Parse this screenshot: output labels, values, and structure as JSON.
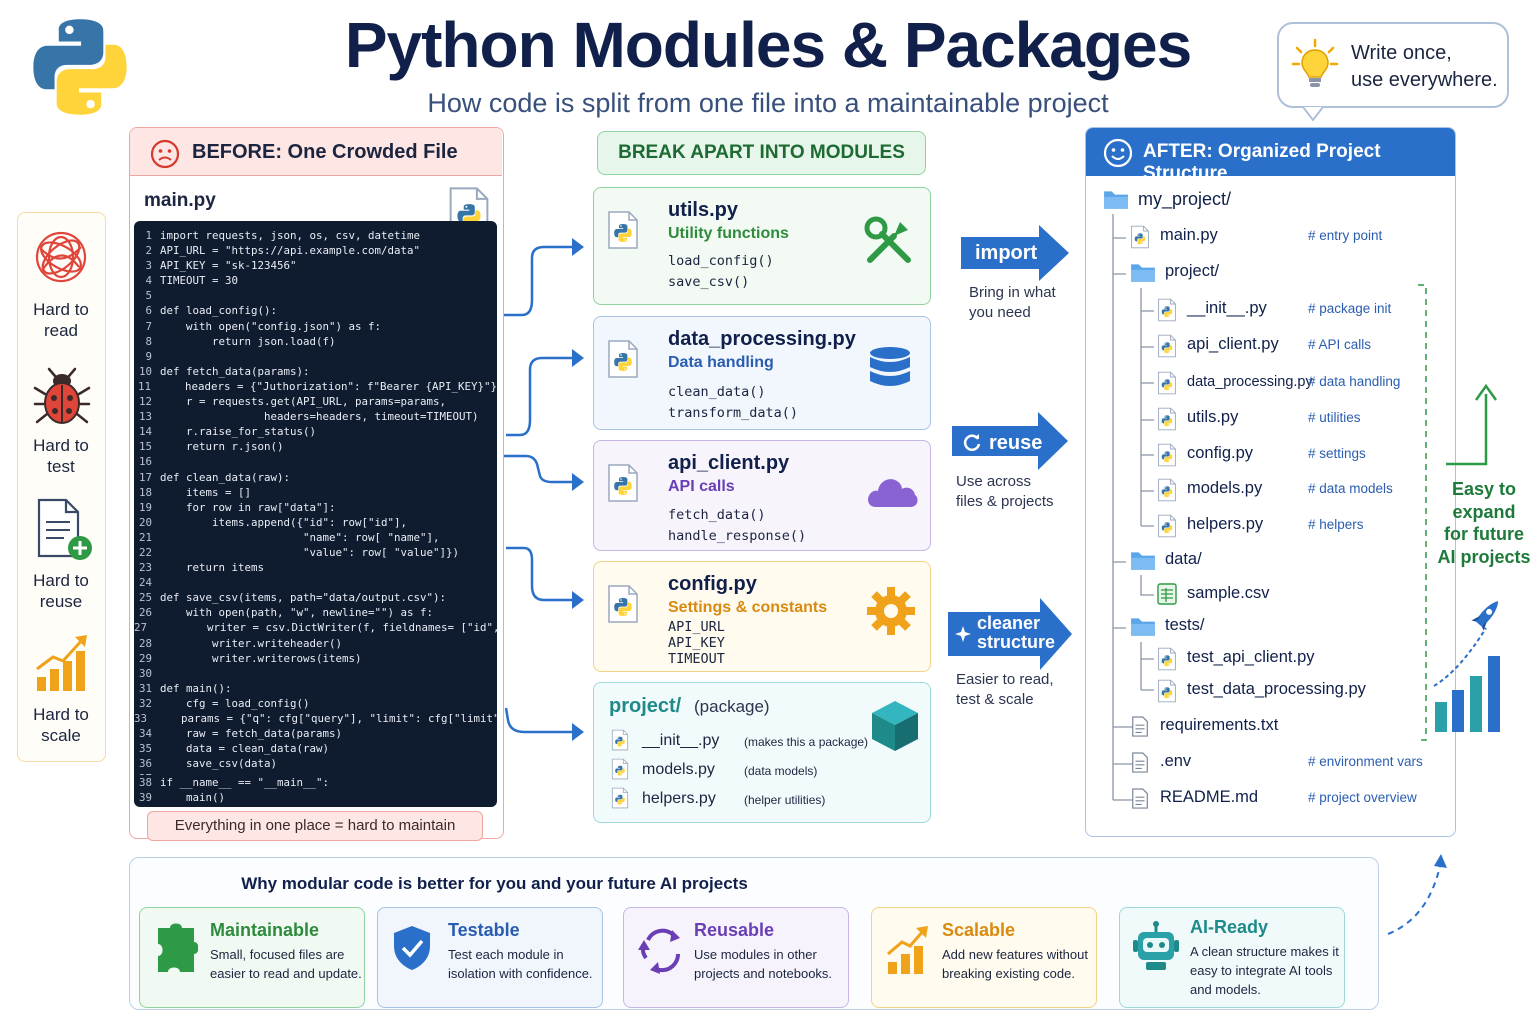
{
  "header": {
    "title": "Python Modules & Packages",
    "subtitle": "How code is split from one file into a maintainable project",
    "tip": [
      "Write once,",
      "use everywhere."
    ]
  },
  "before": {
    "title": "BEFORE: One Crowded File",
    "filename": "main.py",
    "code": [
      [
        "1",
        "import requests, json, os, csv, datetime"
      ],
      [
        "2",
        "API_URL = \"https://api.example.com/data\""
      ],
      [
        "3",
        "API_KEY = \"sk-123456\""
      ],
      [
        "4",
        "TIMEOUT = 30"
      ],
      [
        "5",
        ""
      ],
      [
        "6",
        "def load_config():"
      ],
      [
        "7",
        "    with open(\"config.json\") as f:"
      ],
      [
        "8",
        "        return json.load(f)"
      ],
      [
        "9",
        ""
      ],
      [
        "10",
        "def fetch_data(params):"
      ],
      [
        "11",
        "    headers = {\"Juthorization\": f\"Bearer {API_KEY}\"}"
      ],
      [
        "12",
        "    r = requests.get(API_URL, params=params,"
      ],
      [
        "13",
        "                headers=headers, timeout=TIMEOUT)"
      ],
      [
        "14",
        "    r.raise_for_status()"
      ],
      [
        "15",
        "    return r.json()"
      ],
      [
        "16",
        ""
      ],
      [
        "17",
        "def clean_data(raw):"
      ],
      [
        "18",
        "    items = []"
      ],
      [
        "19",
        "    for row in raw[\"data\"]:"
      ],
      [
        "20",
        "        items.append({\"id\": row[\"id\"],"
      ],
      [
        "21",
        "                      \"name\": row[ \"name\"],"
      ],
      [
        "22",
        "                      \"value\": row[ \"value\"]})"
      ],
      [
        "23",
        "    return items"
      ],
      [
        "24",
        ""
      ],
      [
        "25",
        "def save_csv(items, path=\"data/output.csv\"):"
      ],
      [
        "26",
        "    with open(path, \"w\", newline=\"\") as f:"
      ],
      [
        "27",
        "        writer = csv.DictWriter(f, fieldnames= [\"id\",\"name\",\"value\"])"
      ],
      [
        "28",
        "        writer.writeheader()"
      ],
      [
        "29",
        "        writer.writerows(items)"
      ],
      [
        "30",
        ""
      ],
      [
        "31",
        "def main():"
      ],
      [
        "32",
        "    cfg = load_config()"
      ],
      [
        "33",
        "    params = {\"q\": cfg[\"query\"], \"limit\": cfg[\"limit\"]}"
      ],
      [
        "34",
        "    raw = fetch_data(params)"
      ],
      [
        "35",
        "    data = clean_data(raw)"
      ],
      [
        "36",
        "    save_csv(data)"
      ],
      [
        "37",
        ""
      ],
      [
        "38",
        "if __name__ == \"__main__\":"
      ],
      [
        "39",
        "    main()"
      ]
    ],
    "footer": "Everything in one place = hard to maintain",
    "hard": [
      [
        "Hard to",
        "read"
      ],
      [
        "Hard to",
        "test"
      ],
      [
        "Hard to",
        "reuse"
      ],
      [
        "Hard to",
        "scale"
      ]
    ]
  },
  "modules": {
    "title": "BREAK APART INTO MODULES",
    "cards": [
      {
        "file": "utils.py",
        "sub": "Utility functions",
        "lines": [
          "load_config()",
          "save_csv()"
        ],
        "color": "#2e8b3d"
      },
      {
        "file": "data_processing.py",
        "sub": "Data handling",
        "lines": [
          "clean_data()",
          "transform_data()"
        ],
        "color": "#2a5db0"
      },
      {
        "file": "api_client.py",
        "sub": "API calls",
        "lines": [
          "fetch_data()",
          "handle_response()"
        ],
        "color": "#6a3fb5"
      },
      {
        "file": "config.py",
        "sub": "Settings & constants",
        "lines": [
          "API_URL",
          "API_KEY",
          "TIMEOUT"
        ],
        "color": "#d98a10"
      }
    ],
    "package": {
      "title": "project/",
      "tag": "(package)",
      "items": [
        {
          "file": "__init__.py",
          "note": "(makes this a package)"
        },
        {
          "file": "models.py",
          "note": "(data models)"
        },
        {
          "file": "helpers.py",
          "note": "(helper utilities)"
        }
      ]
    }
  },
  "benefits": [
    {
      "label": "import",
      "desc": [
        "Bring in what",
        "you need"
      ]
    },
    {
      "label": "reuse",
      "desc": [
        "Use across",
        "files & projects"
      ]
    },
    {
      "label": [
        "cleaner",
        "structure"
      ],
      "desc": [
        "Easier to read,",
        "test & scale"
      ]
    }
  ],
  "after": {
    "title": "AFTER: Organized Project Structure",
    "tree": [
      {
        "name": "my_project/",
        "comment": ""
      },
      {
        "name": "main.py",
        "comment": "# entry point"
      },
      {
        "name": "project/",
        "comment": ""
      },
      {
        "name": "__init__.py",
        "comment": "# package init"
      },
      {
        "name": "api_client.py",
        "comment": "# API calls"
      },
      {
        "name": "data_processing.py",
        "comment": "# data handling"
      },
      {
        "name": "utils.py",
        "comment": "# utilities"
      },
      {
        "name": "config.py",
        "comment": "# settings"
      },
      {
        "name": "models.py",
        "comment": "# data models"
      },
      {
        "name": "helpers.py",
        "comment": "# helpers"
      },
      {
        "name": "data/",
        "comment": ""
      },
      {
        "name": "sample.csv",
        "comment": ""
      },
      {
        "name": "tests/",
        "comment": ""
      },
      {
        "name": "test_api_client.py",
        "comment": ""
      },
      {
        "name": "test_data_processing.py",
        "comment": ""
      },
      {
        "name": "requirements.txt",
        "comment": ""
      },
      {
        "name": ".env",
        "comment": "# environment vars"
      },
      {
        "name": "README.md",
        "comment": "# project overview"
      }
    ],
    "future": [
      "Easy to",
      "expand",
      "for future",
      "AI projects"
    ]
  },
  "bottom": {
    "title": "Why modular code is better for you and your future AI projects",
    "cards": [
      {
        "title": "Maintainable",
        "desc": "Small, focused files are easier to read and update.",
        "color": "#2e8b3d"
      },
      {
        "title": "Testable",
        "desc": "Test each module in isolation with confidence.",
        "color": "#2a5db0"
      },
      {
        "title": "Reusable",
        "desc": "Use modules in other projects and notebooks.",
        "color": "#6a3fb5"
      },
      {
        "title": "Scalable",
        "desc": "Add new features without breaking existing code.",
        "color": "#d98a10"
      },
      {
        "title": "AI-Ready",
        "desc": "A clean structure makes it easy to integrate AI tools and models.",
        "color": "#1f8a8a"
      }
    ]
  }
}
